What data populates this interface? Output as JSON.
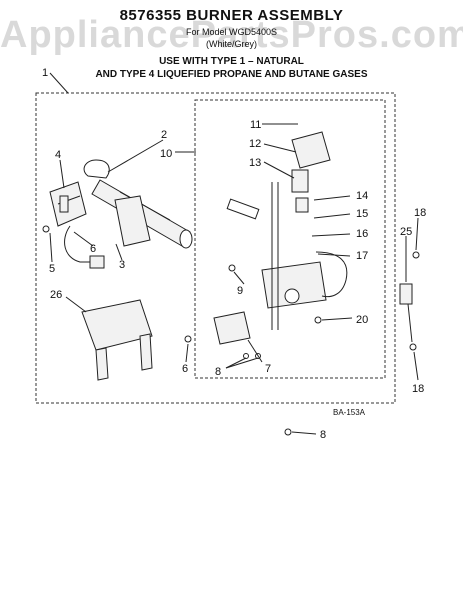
{
  "header": {
    "title": "8576355 BURNER ASSEMBLY",
    "subtitle": "For Model WGD5400S",
    "color_note": "(White/Grey)",
    "applicability_line1": "USE WITH TYPE 1 –  NATURAL",
    "applicability_line2": "AND TYPE 4    LIQUEFIED PROPANE AND BUTANE GASES"
  },
  "watermark": "AppliancePartsPros.com",
  "callouts": [
    "1",
    "2",
    "10",
    "4",
    "5",
    "6",
    "3",
    "26",
    "9",
    "11",
    "12",
    "13",
    "14",
    "15",
    "16",
    "17",
    "18",
    "25",
    "18",
    "20",
    "6",
    "8",
    "7",
    "8"
  ],
  "diagram_code": "BA-153A"
}
